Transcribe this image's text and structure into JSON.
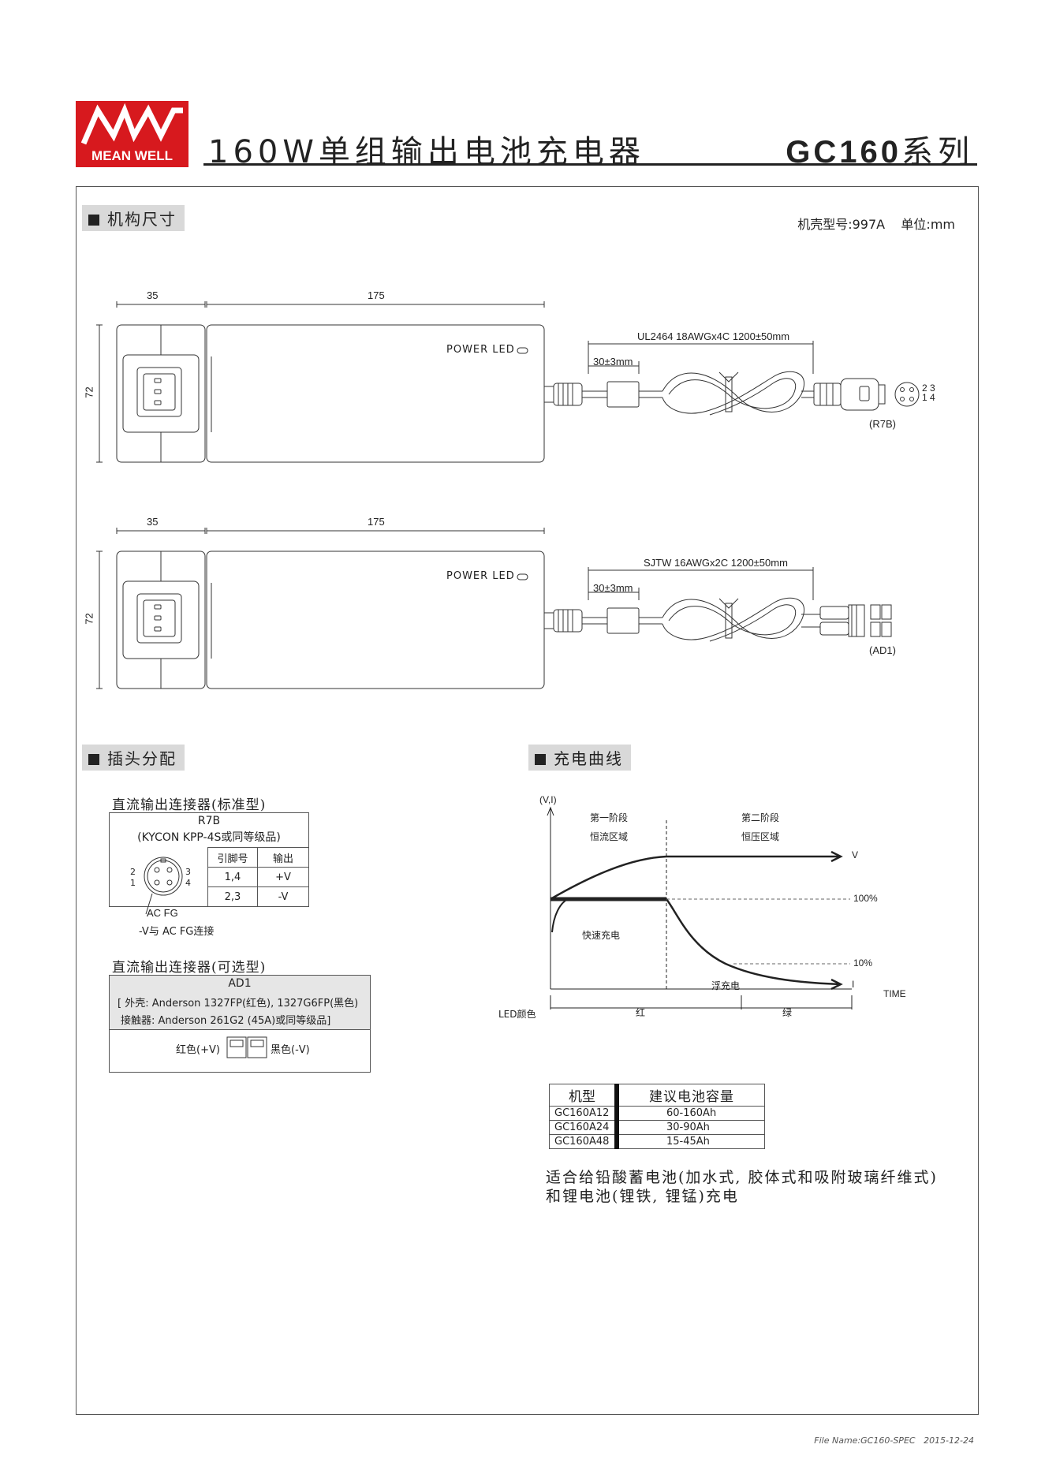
{
  "header": {
    "logo_line1": "MW",
    "logo_line2": "MEAN WELL",
    "title": "160W单组输出电池充电器",
    "series_model": "GC160",
    "series_suffix": "系列"
  },
  "sections": {
    "mechanical": "机构尺寸",
    "pin": "插头分配",
    "curve": "充电曲线"
  },
  "mechanical": {
    "case_info": "机壳型号:997A    单位:mm",
    "dim_width": "35",
    "dim_length": "175",
    "dim_height": "72",
    "led_label": "POWER LED",
    "cable_1": "UL2464 18AWGx4C 1200±50mm",
    "cable_2": "SJTW 16AWGx2C 1200±50mm",
    "ferrite": "30±3mm",
    "connector_1": "(R7B)",
    "connector_2": "(AD1)",
    "pin_top": "2 3",
    "pin_bottom": "1 4"
  },
  "pin_assignment": {
    "std_title": "直流输出连接器(标准型)",
    "std_name": "R7B",
    "std_part": "(KYCON KPP-4S或同等级品)",
    "col_pin": "引脚号",
    "col_output": "输出",
    "rows": [
      {
        "pin": "1,4",
        "output": "+V"
      },
      {
        "pin": "2,3",
        "output": "-V"
      }
    ],
    "pin_nums": {
      "p2": "2",
      "p1": "1",
      "p3": "3",
      "p4": "4"
    },
    "ac_fg": "AC FG",
    "ac_fg_note": "-V与 AC FG连接",
    "opt_title": "直流输出连接器(可选型)",
    "opt_name": "AD1",
    "opt_line1": "[ 外壳: Anderson 1327FP(红色), 1327G6FP(黑色)",
    "opt_line2": "接触器: Anderson 261G2 (45A)或同等级品]",
    "red_label": "红色(+V)",
    "black_label": "黑色(-V)"
  },
  "chart_data": {
    "type": "line",
    "ylabel": "(V,I)",
    "xlabel": "TIME",
    "stage1_line1": "第一阶段",
    "stage1_line2": "恒流区域",
    "stage2_line1": "第二阶段",
    "stage2_line2": "恒压区域",
    "series_v": "V",
    "series_i": "I",
    "level_100": "100%",
    "level_10": "10%",
    "fast_charge": "快速充电",
    "float_charge": "浮充电",
    "led_label": "LED颜色",
    "led_red": "红",
    "led_green": "绿"
  },
  "battery_table": {
    "col_model": "机型",
    "col_capacity": "建议电池容量",
    "rows": [
      {
        "model": "GC160A12",
        "capacity": "60-160Ah"
      },
      {
        "model": "GC160A24",
        "capacity": "30-90Ah"
      },
      {
        "model": "GC160A48",
        "capacity": "15-45Ah"
      }
    ]
  },
  "note": {
    "line1": "适合给铅酸蓄电池(加水式, 胶体式和吸附玻璃纤维式)",
    "line2": "和锂电池(锂铁, 锂锰)充电"
  },
  "footer": {
    "file_name": "File Name:GC160-SPEC   2015-12-24"
  },
  "colors": {
    "logo_red": "#d7191e",
    "header_bar": "#d9d9d9"
  }
}
